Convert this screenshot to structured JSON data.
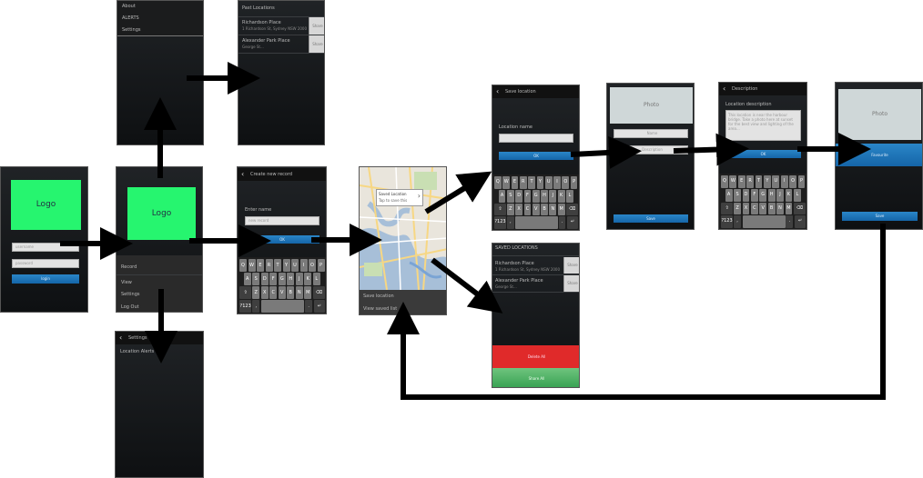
{
  "login": {
    "logo": "Logo",
    "username_placeholder": "username",
    "password_placeholder": "password",
    "login_button": "login"
  },
  "home": {
    "logo": "Logo",
    "menu": [
      "Record",
      "View",
      "Settings",
      "Log Out"
    ]
  },
  "menu_popup": {
    "items": [
      "About",
      "ALERTS",
      "Settings"
    ]
  },
  "view_list": {
    "title": "Past Locations",
    "items": [
      {
        "name": "Richardson Place",
        "detail": "1 Richardson St, Sydney NSW 2000",
        "action": "Share"
      },
      {
        "name": "Alexander Park Place",
        "detail": "George St...",
        "action": "Share"
      }
    ]
  },
  "settings": {
    "title": "Settings",
    "option": "Location Alerts"
  },
  "record_name": {
    "title": "Create new record",
    "field_label": "Enter name",
    "placeholder": "new record",
    "ok": "OK"
  },
  "keyboard": {
    "row1": [
      "Q",
      "W",
      "E",
      "R",
      "T",
      "Y",
      "U",
      "I",
      "O",
      "P"
    ],
    "row2": [
      "A",
      "S",
      "D",
      "F",
      "G",
      "H",
      "J",
      "K",
      "L"
    ],
    "row3": [
      "Z",
      "X",
      "C",
      "V",
      "B",
      "N",
      "M"
    ],
    "sym": "?123"
  },
  "map": {
    "callout_title": "Saved Location",
    "callout_sub": "Tap to save this",
    "menu": [
      "Save location",
      "View saved list"
    ]
  },
  "save_screen": {
    "title": "Save location",
    "field_label": "Location name",
    "ok": "OK"
  },
  "saved_list": {
    "title": "SAVED LOCATIONS",
    "items": [
      {
        "name": "Richardson Place",
        "detail": "1 Richardson St, Sydney NSW 2000",
        "action": "Share"
      },
      {
        "name": "Alexander Park Place",
        "detail": "George St...",
        "action": "Share"
      }
    ],
    "delete": "Delete All",
    "share": "Share All"
  },
  "photo_screen": {
    "label": "Photo",
    "field1": "Name",
    "field2": "Description",
    "button": "Save"
  },
  "desc_screen": {
    "title": "Description",
    "field_label": "Location description",
    "text": "This location is near the harbour bridge. Take a photo here at sunset for the best view and lighting of the area...",
    "ok": "OK"
  },
  "final_screen": {
    "label": "Photo",
    "button1": "Favourite",
    "button2": "Save"
  }
}
